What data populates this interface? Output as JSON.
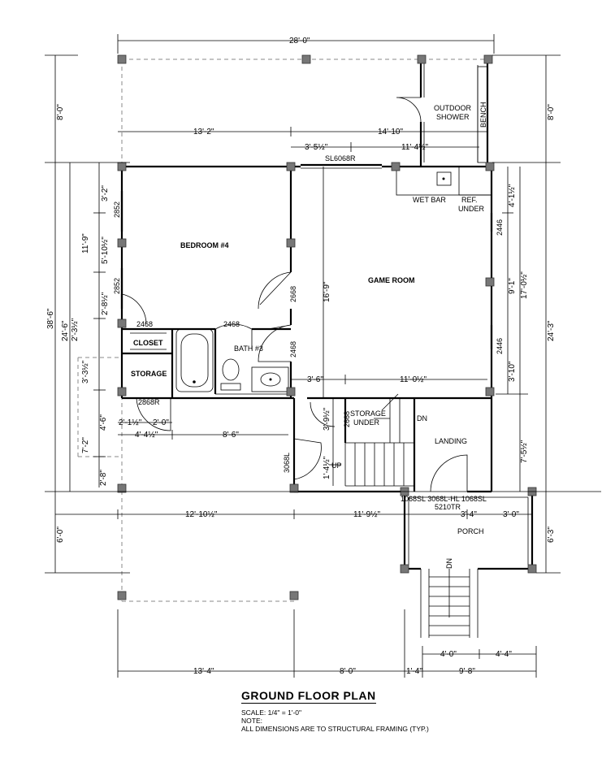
{
  "footer": {
    "title": "GROUND FLOOR PLAN",
    "scale": "SCALE: 1/4\" = 1'-0\"",
    "note": "NOTE:",
    "note_text": "ALL DIMENSIONS ARE TO STRUCTURAL FRAMING (TYP.)"
  },
  "rooms": {
    "bedroom": "BEDROOM #4",
    "game_room": "GAME ROOM",
    "outdoor_shower_1": "OUTDOOR",
    "outdoor_shower_2": "SHOWER",
    "bench": "BENCH",
    "wet_bar": "WET BAR",
    "ref_1": "REF.",
    "ref_2": "UNDER",
    "closet": "CLOSET",
    "storage": "STORAGE",
    "bath": "BATH #3",
    "storage_under_1": "STORAGE",
    "storage_under_2": "UNDER",
    "landing": "LANDING",
    "porch": "PORCH",
    "up": "UP",
    "dn_stair": "DN",
    "dn_porch": "DN"
  },
  "door_tags": {
    "sl6068r": "SL6068R",
    "w2852_a": "2852",
    "w2852_b": "2852",
    "d2668_a": "2668",
    "d2468_a": "2468",
    "d2468_b": "2468",
    "d2468_c": "2468",
    "w2446_a": "2446",
    "w2446_b": "2446",
    "d2868r": "2868R",
    "d2668_b": "2668",
    "d3068l": "3068L",
    "front": "1068SL 3068L-HL 1068SL",
    "transom": "5210TR"
  },
  "dims": {
    "top_overall": "28'-0\"",
    "d13_2": "13'-2\"",
    "d14_10": "14'-10\"",
    "d3_5h": "3'-5½\"",
    "d11_4h": "11'-4½\"",
    "d3_6": "3'-6\"",
    "d11_0h": "11'-0½\"",
    "d2_1h": "2'-1½\"",
    "d2_0": "2'-0\"",
    "d4_4h": "4'-4½\"",
    "d8_6": "8'-6\"",
    "d12_10h": "12'-10½\"",
    "d11_9h": "11'-9½\"",
    "d3_4": "3'-4\"",
    "d3_0": "3'-0\"",
    "d13_4": "13'-4\"",
    "d8_0b": "8'-0\"",
    "d1_4": "1'-4\"",
    "d9_8": "9'-8\"",
    "d4_0": "4'-0\"",
    "d4_4": "4'-4\"",
    "l8_0": "8'-0\"",
    "l38_6": "38'-6\"",
    "l24_6": "24'-6\"",
    "l3_2": "3'-2\"",
    "l11_9": "11'-9\"",
    "l5_10h": "5'-10½\"",
    "l2_8h": "2'-8½\"",
    "l2_3h": "2'-3½\"",
    "l3_3h": "3'-3½\"",
    "l7_2": "7'-2\"",
    "l4_6": "4'-6\"",
    "l2_8": "2'-8\"",
    "l6_0": "6'-0\"",
    "c16_9": "16'-9\"",
    "c3_9h": "3'-9½\"",
    "c1_4h": "1'-4½\"",
    "r8_0": "8'-0\"",
    "r24_3": "24'-3\"",
    "r4_1h": "4'-1½\"",
    "r9_1": "9'-1\"",
    "r17_0h": "17'-0½\"",
    "r3_10": "3'-10\"",
    "r7_5h": "7'-5½\"",
    "r6_3": "6'-3\""
  }
}
